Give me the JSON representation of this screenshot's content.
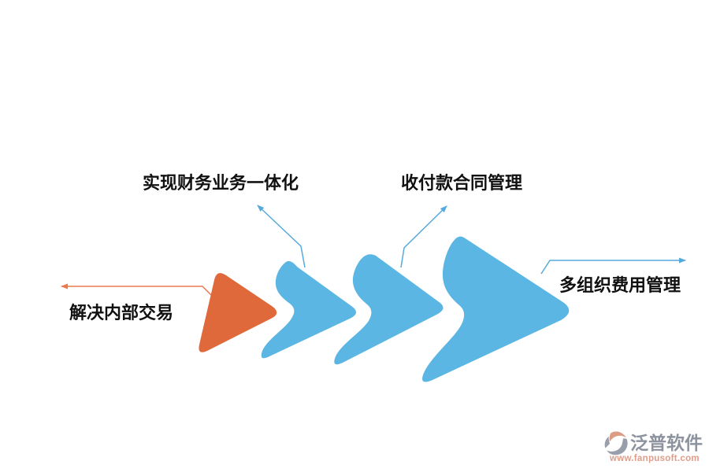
{
  "diagram": {
    "type": "process-arrow-sequence",
    "direction": "left-to-right",
    "steps": [
      {
        "index": 1,
        "label": "解决内部交易",
        "shape": "rounded-triangle",
        "color_key": "orange",
        "label_position": "left",
        "leader_arrow_direction": "left"
      },
      {
        "index": 2,
        "label": "实现财务业务一体化",
        "shape": "notched-chevron",
        "color_key": "blue",
        "label_position": "top-left",
        "leader_arrow_direction": "up-left"
      },
      {
        "index": 3,
        "label": "收付款合同管理",
        "shape": "notched-chevron",
        "color_key": "blue",
        "label_position": "top-right",
        "leader_arrow_direction": "up-right"
      },
      {
        "index": 4,
        "label": "多组织费用管理",
        "shape": "notched-chevron",
        "color_key": "blue",
        "label_position": "right",
        "leader_arrow_direction": "right"
      }
    ]
  },
  "colors": {
    "orange": "#E0693C",
    "orange_line": "#E87A50",
    "blue": "#5BB6E4",
    "blue_line": "#56A9DD",
    "label_text": "#111111"
  },
  "watermark": {
    "brand": "泛普软件",
    "url": "www.fanpusoft.com",
    "brand_color": "#8D939E",
    "url_color": "#DF9C88",
    "logo_gray": "#999FAA",
    "logo_salmon": "#DB9E85"
  }
}
